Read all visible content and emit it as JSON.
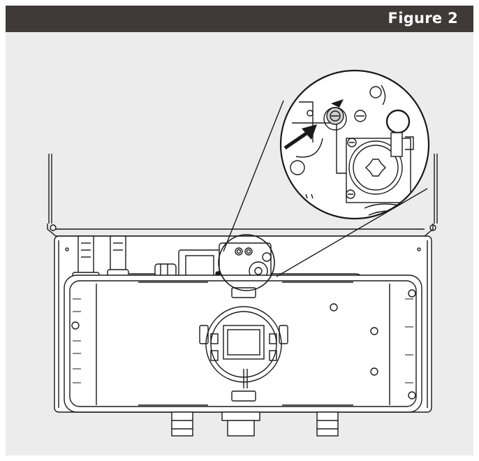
{
  "header": {
    "title": "Figure 2",
    "background_color": "#3f3a37",
    "text_color": "#ffffff"
  },
  "figure": {
    "background_color": "#ececec",
    "line_color": "#1a1a1a",
    "subject": "water-heater-gas-valve-detail",
    "callouts": [
      {
        "name": "pointer-arrow-icon",
        "points_to": "gas-valve-screw"
      }
    ]
  }
}
